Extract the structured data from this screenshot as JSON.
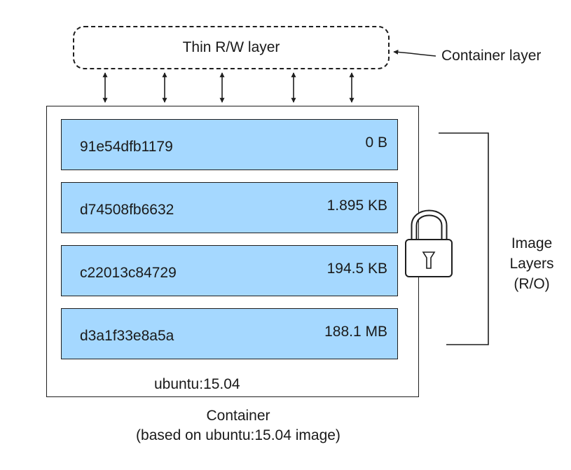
{
  "container_layer": {
    "label": "Thin R/W layer",
    "callout": "Container layer"
  },
  "image_layers": [
    {
      "id": "91e54dfb1179",
      "size": "0 B"
    },
    {
      "id": "d74508fb6632",
      "size": "1.895 KB"
    },
    {
      "id": "c22013c84729",
      "size": "194.5 KB"
    },
    {
      "id": "d3a1f33e8a5a",
      "size": "188.1 MB"
    }
  ],
  "base_image": "ubuntu:15.04",
  "image_layers_label": [
    "Image",
    "Layers",
    "(R/O)"
  ],
  "caption": [
    "Container",
    "(based on ubuntu:15.04 image)"
  ],
  "icons": [
    "lock-icon"
  ],
  "colors": {
    "layer_fill": "#a5d8ff",
    "stroke": "#1e1e1e"
  }
}
